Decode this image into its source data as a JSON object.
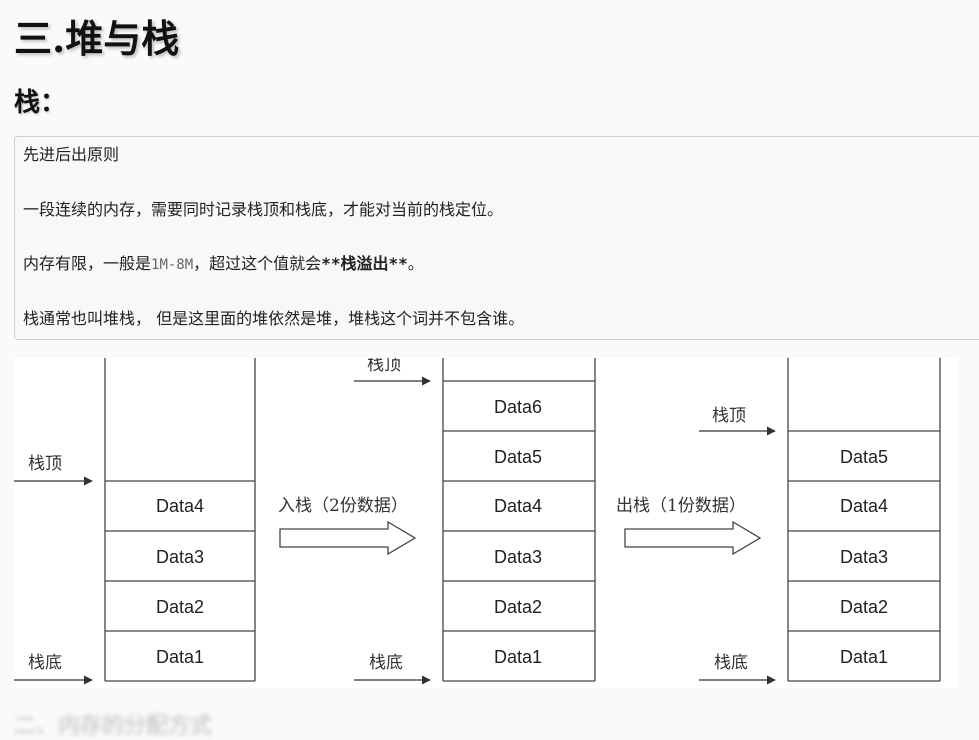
{
  "title": "三.堆与栈",
  "subtitle": "栈：",
  "quote": {
    "line1": "先进后出原则",
    "line2": "一段连续的内存，需要同时记录栈顶和栈底，才能对当前的栈定位。",
    "line3_prefix": "内存有限，一般是",
    "line3_code": "1M-8M",
    "line3_mid": "，超过这个值就会",
    "line3_mark_open": "**",
    "line3_bold": "栈溢出",
    "line3_mark_close": "**",
    "line3_end": "。",
    "line4": "栈通常也叫堆栈， 但是这里面的堆依然是堆，堆栈这个词并不包含谁。"
  },
  "diagram": {
    "top_label": "栈顶",
    "bottom_label": "栈底",
    "push_label": "入栈（2份数据）",
    "pop_label": "出栈（1份数据）",
    "stacks": [
      {
        "name": "before",
        "items": [
          "Data4",
          "Data3",
          "Data2",
          "Data1"
        ]
      },
      {
        "name": "after-push",
        "items": [
          "Data6",
          "Data5",
          "Data4",
          "Data3",
          "Data2",
          "Data1"
        ]
      },
      {
        "name": "after-pop",
        "items": [
          "Data5",
          "Data4",
          "Data3",
          "Data2",
          "Data1"
        ]
      }
    ]
  },
  "next_heading": "二、内存的分配方式"
}
